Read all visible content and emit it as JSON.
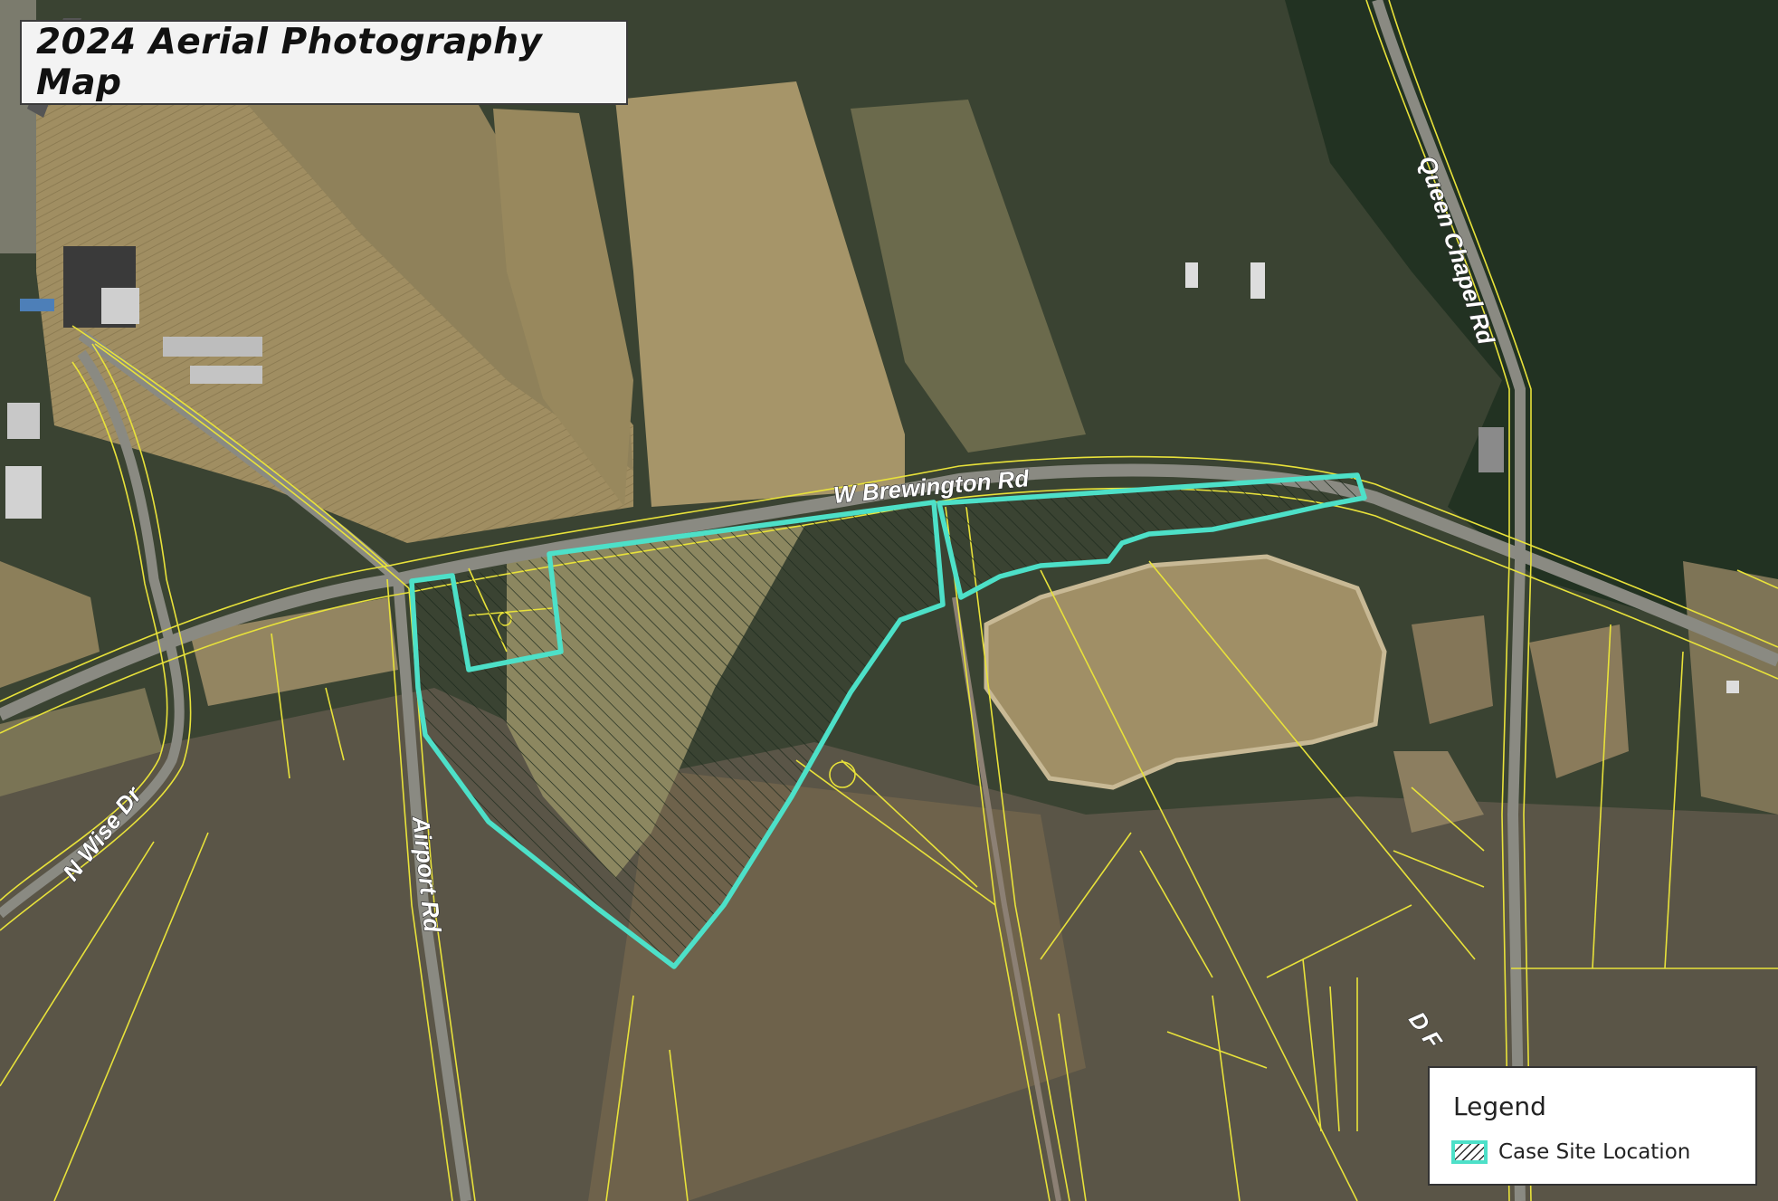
{
  "title": "2024 Aerial Photography Map",
  "legend": {
    "title": "Legend",
    "items": [
      {
        "label": "Case Site Location",
        "color": "#4de0c8",
        "pattern": "diagonal-hatch"
      }
    ]
  },
  "roads": {
    "w_brewington": "W Brewington Rd",
    "queen_chapel": "Queen Chapel Rd",
    "airport": "Airport Rd",
    "n_wise": "N Wise Dr",
    "d_partial": "D F"
  },
  "colors": {
    "site_outline": "#4de0c8",
    "parcel_lines": "#e8e23a",
    "forest": "#2f3f2a",
    "field": "#9a8a5e"
  }
}
